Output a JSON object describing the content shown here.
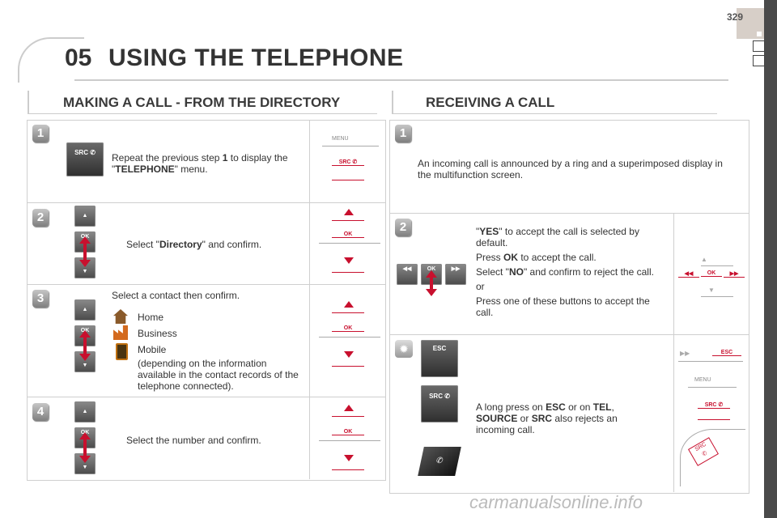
{
  "page": {
    "number": "329",
    "chapter_num": "05",
    "title": "USING THE TELEPHONE"
  },
  "left": {
    "heading": "MAKING A CALL - FROM THE DIRECTORY",
    "steps": [
      {
        "num": "1",
        "pre": "Repeat the previous step ",
        "bold": "1",
        "mid": " to display the \"",
        "bold2": "TELEPHONE",
        "post": "\" menu."
      },
      {
        "num": "2",
        "pre": "Select \"",
        "bold": "Directory",
        "post": "\" and confirm."
      },
      {
        "num": "3",
        "text": "Select a contact then confirm.",
        "home": "Home",
        "business": "Business",
        "mobile": "Mobile",
        "note": "(depending on the information available in the contact records of the telephone connected)."
      },
      {
        "num": "4",
        "text": "Select the number and confirm."
      }
    ],
    "labels": {
      "src": "SRC",
      "menu": "MENU",
      "ok": "OK"
    }
  },
  "right": {
    "heading": "RECEIVING A CALL",
    "step1": {
      "num": "1",
      "text": "An incoming call is announced by a ring and a superimposed display in the multifunction screen."
    },
    "step2": {
      "num": "2",
      "yes": "YES",
      "yes_text": "\" to accept the call is selected by default.",
      "press": "Press ",
      "ok": "OK",
      "press_post": " to accept the call.",
      "sel": "Select \"",
      "no": "NO",
      "no_post": "\" and confirm to reject the call.",
      "or": "or",
      "one": "Press one of these buttons to accept the call."
    },
    "step3": {
      "pre": "A long press on ",
      "esc": "ESC",
      "mid1": " or on ",
      "tel": "TEL",
      "comma": ",",
      "source": "SOURCE",
      "or": " or ",
      "src": "SRC",
      "post": " also rejects an incoming call."
    },
    "labels": {
      "esc": "ESC",
      "src": "SRC",
      "menu": "MENU",
      "ok": "OK"
    }
  },
  "footer": {
    "watermark": "carmanualsonline.info"
  }
}
